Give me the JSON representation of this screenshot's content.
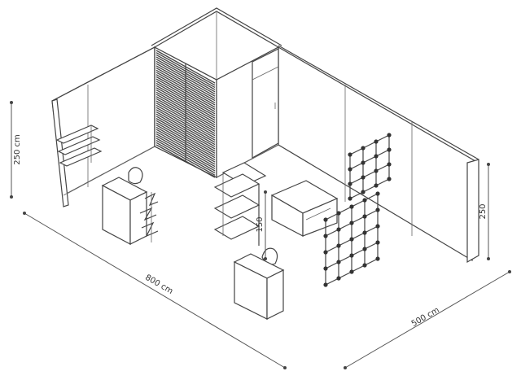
{
  "dimensions": {
    "wall_height_left": "250 cm",
    "wall_height_right": "250",
    "length": "800 cm",
    "width": "500 cm",
    "shelf_height": "150"
  },
  "colors": {
    "line": "#444444",
    "background": "#ffffff",
    "slatted_panel": "#2b2b2b"
  }
}
